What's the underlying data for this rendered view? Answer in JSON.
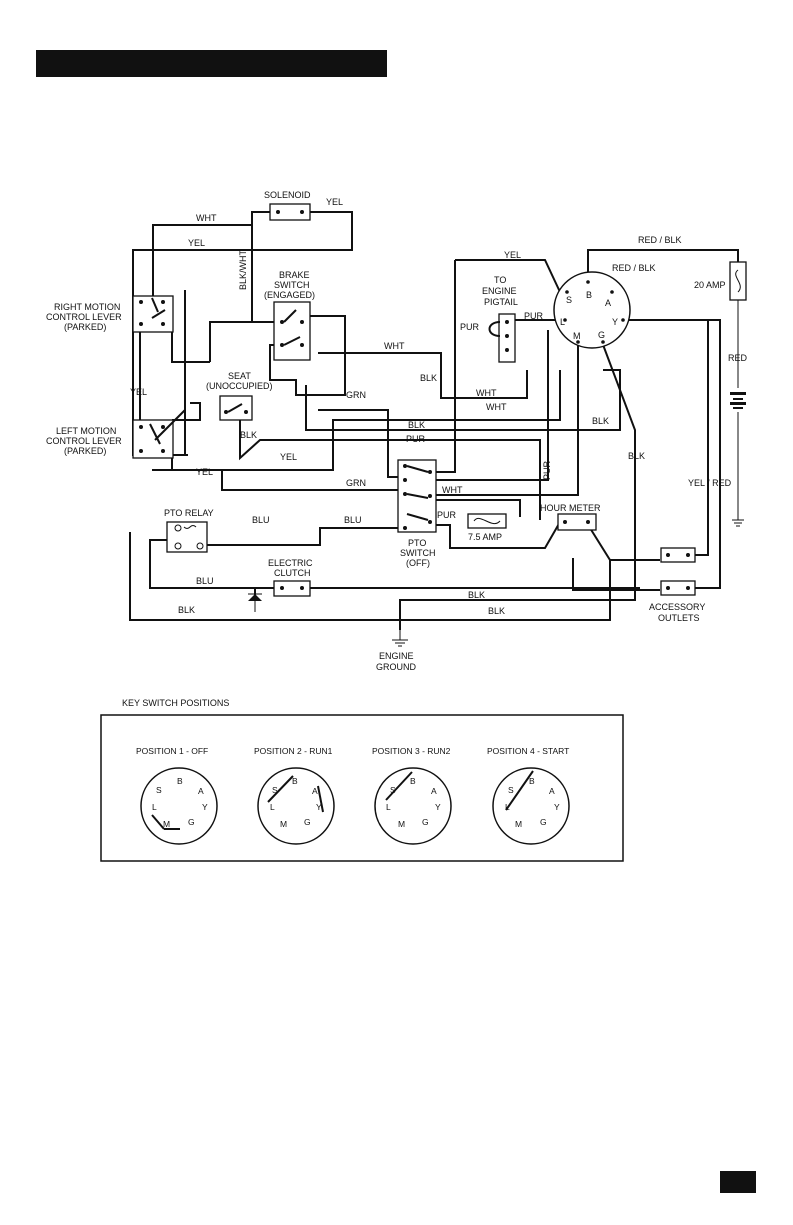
{
  "components": {
    "solenoid": "SOLENOID",
    "brake_switch": [
      "BRAKE",
      "SWITCH",
      "(ENGAGED)"
    ],
    "right_lever": [
      "RIGHT MOTION",
      "CONTROL LEVER",
      "(PARKED)"
    ],
    "left_lever": [
      "LEFT MOTION",
      "CONTROL LEVER",
      "(PARKED)"
    ],
    "seat": [
      "SEAT",
      "(UNOCCUPIED)"
    ],
    "engine_pigtail": [
      "TO",
      "ENGINE",
      "PIGTAIL"
    ],
    "fuse_20": "20 AMP",
    "fuse_75": "7.5 AMP",
    "pto_relay": "PTO RELAY",
    "pto_switch": [
      "PTO",
      "SWITCH",
      "(OFF)"
    ],
    "electric_clutch": [
      "ELECTRIC",
      "CLUTCH"
    ],
    "hour_meter": "HOUR METER",
    "accessory_outlets": [
      "ACCESSORY",
      "OUTLETS"
    ],
    "engine_ground": [
      "ENGINE",
      "GROUND"
    ]
  },
  "wire_labels": {
    "yel": "YEL",
    "wht": "WHT",
    "blk": "BLK",
    "blk_wht": "BLK/WHT",
    "red_blk": "RED / BLK",
    "red": "RED",
    "pur": "PUR",
    "grn": "GRN",
    "blu": "BLU",
    "yel_red": "YEL / RED"
  },
  "key_terminals": {
    "s": "S",
    "b": "B",
    "a": "A",
    "l": "L",
    "y": "Y",
    "m": "M",
    "g": "G"
  },
  "key_switch": {
    "title": "KEY SWITCH POSITIONS",
    "positions": [
      "POSITION 1 - OFF",
      "POSITION 2 - RUN1",
      "POSITION 3 - RUN2",
      "POSITION 4 - START"
    ]
  }
}
